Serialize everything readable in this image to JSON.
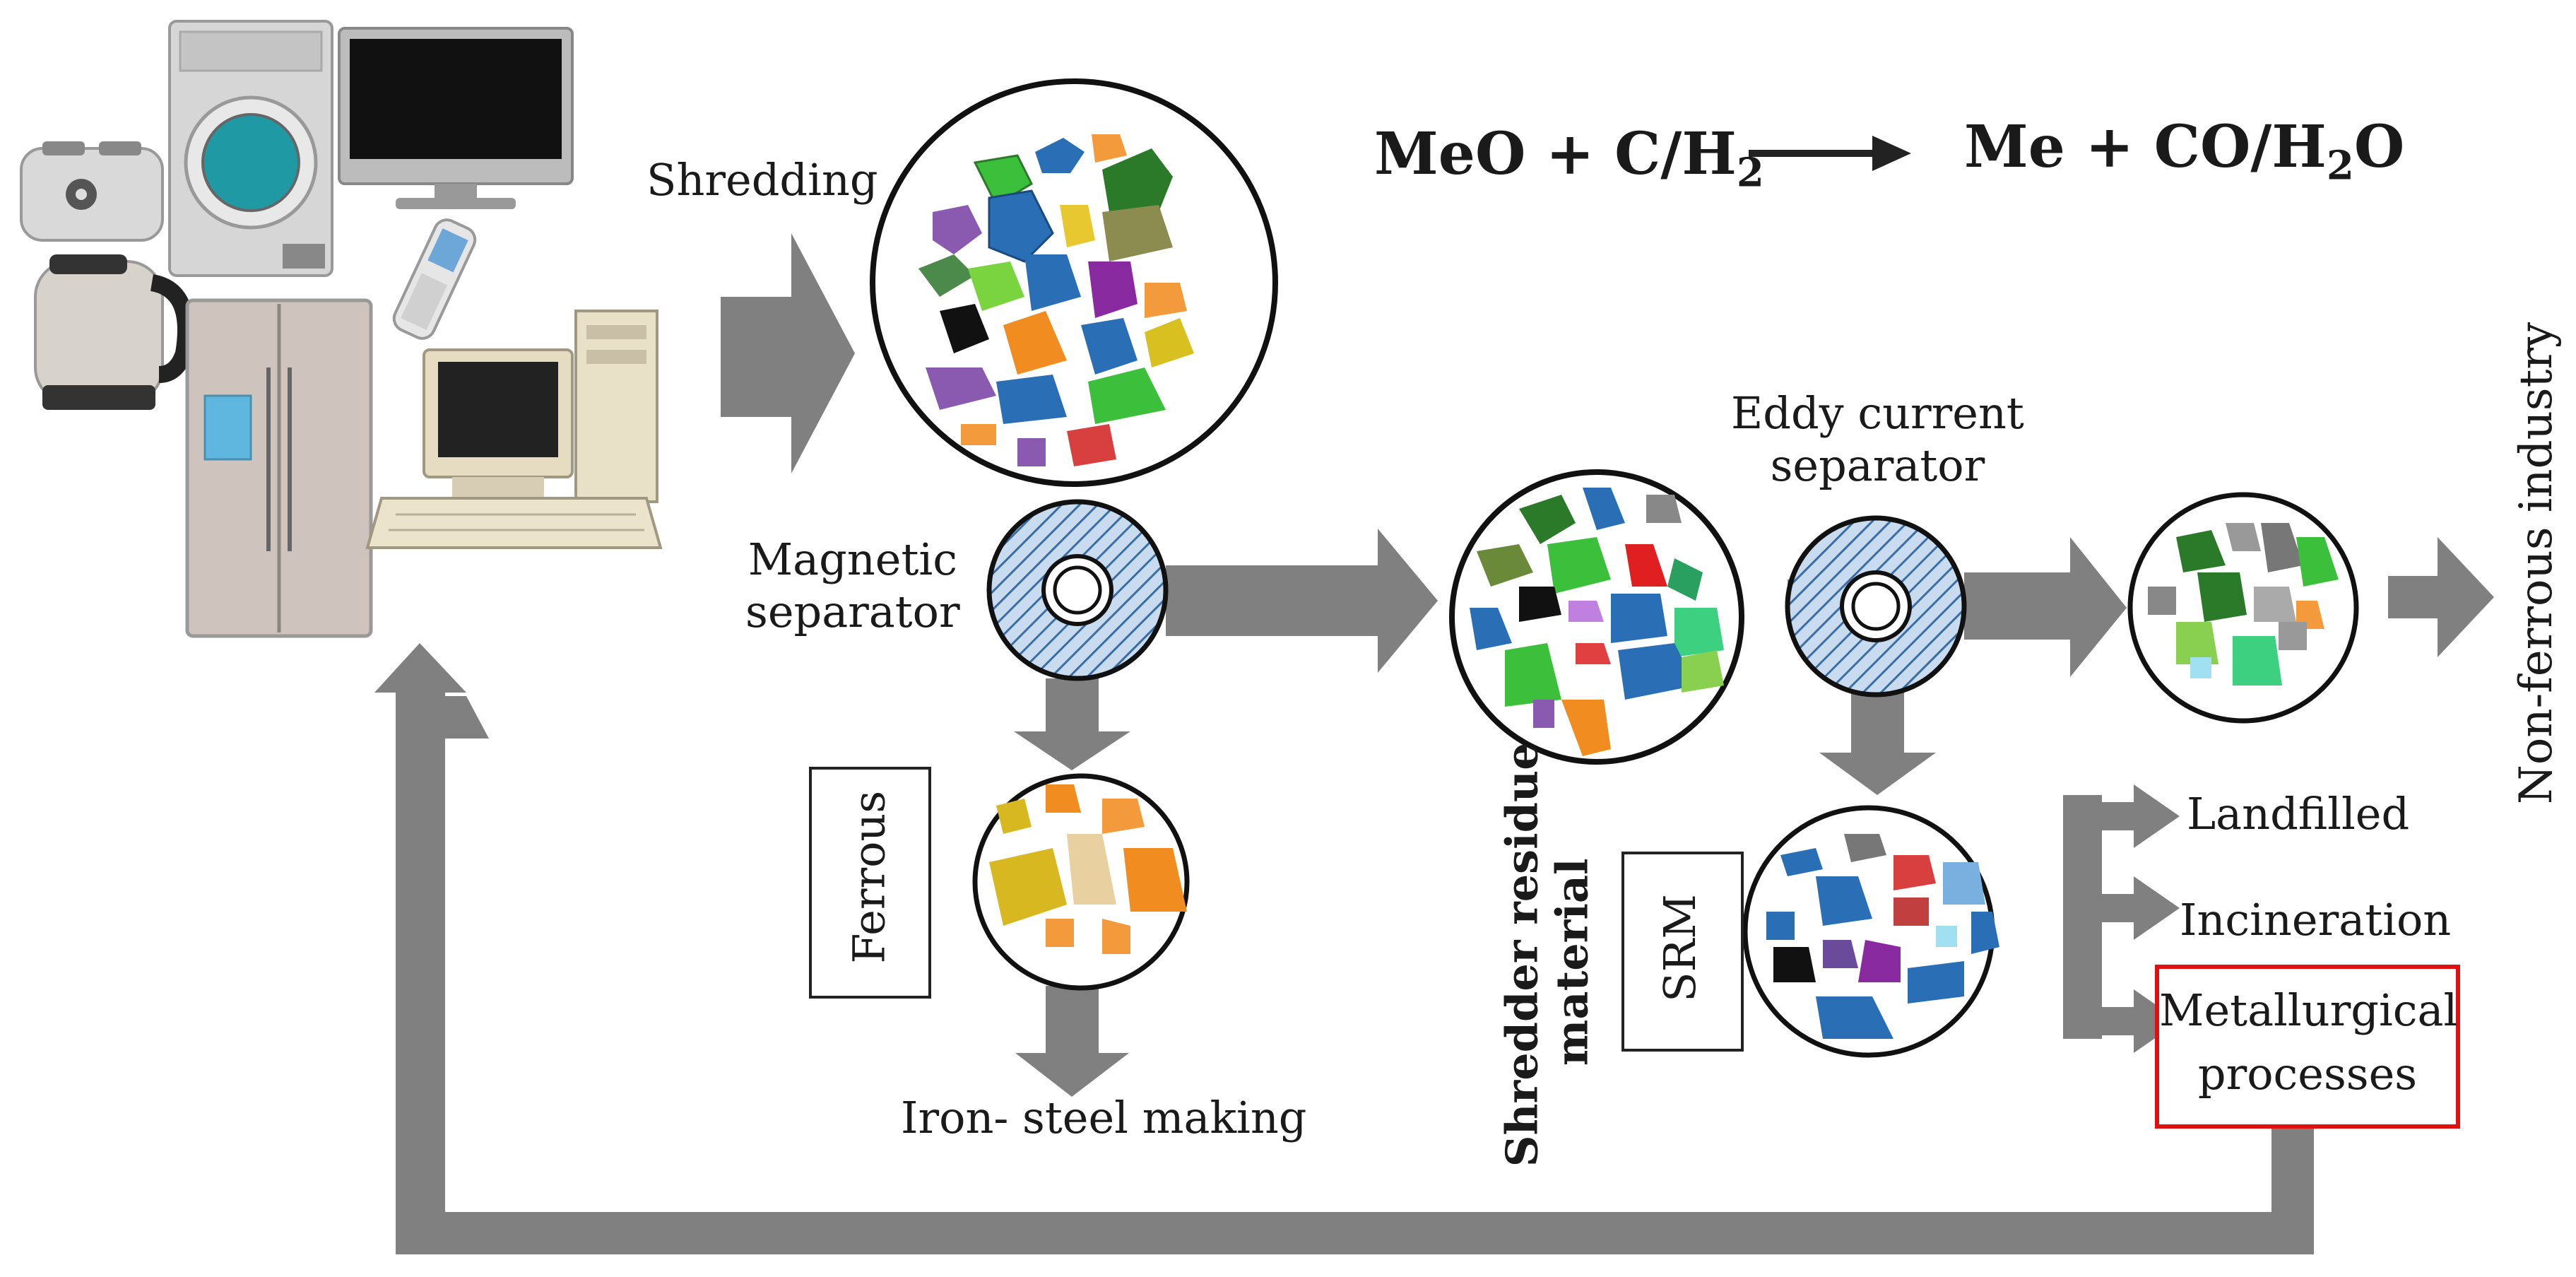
{
  "equation": {
    "left": "MeO + C/H",
    "left_sub": "2",
    "right_a": "Me + CO/H",
    "right_sub": "2",
    "right_b": "O"
  },
  "labels": {
    "shredding": "Shredding",
    "magnetic_1": "Magnetic",
    "magnetic_2": "separator",
    "eddy_1": "Eddy current",
    "eddy_2": "separator",
    "ferrous": "Ferrous",
    "iron_steel": "Iron- steel making",
    "shredder_1": "Shredder residue",
    "shredder_2": "material",
    "srm": "SRM",
    "non_ferrous": "Non-ferrous industry",
    "landfilled": "Landfilled",
    "incineration": "Incineration",
    "metallurgical_1": "Metallurgical",
    "metallurgical_2": "processes"
  },
  "colors": {
    "arrow": "#808080",
    "separator_fill": "#b8cfe6",
    "highlight": "#e01010"
  }
}
